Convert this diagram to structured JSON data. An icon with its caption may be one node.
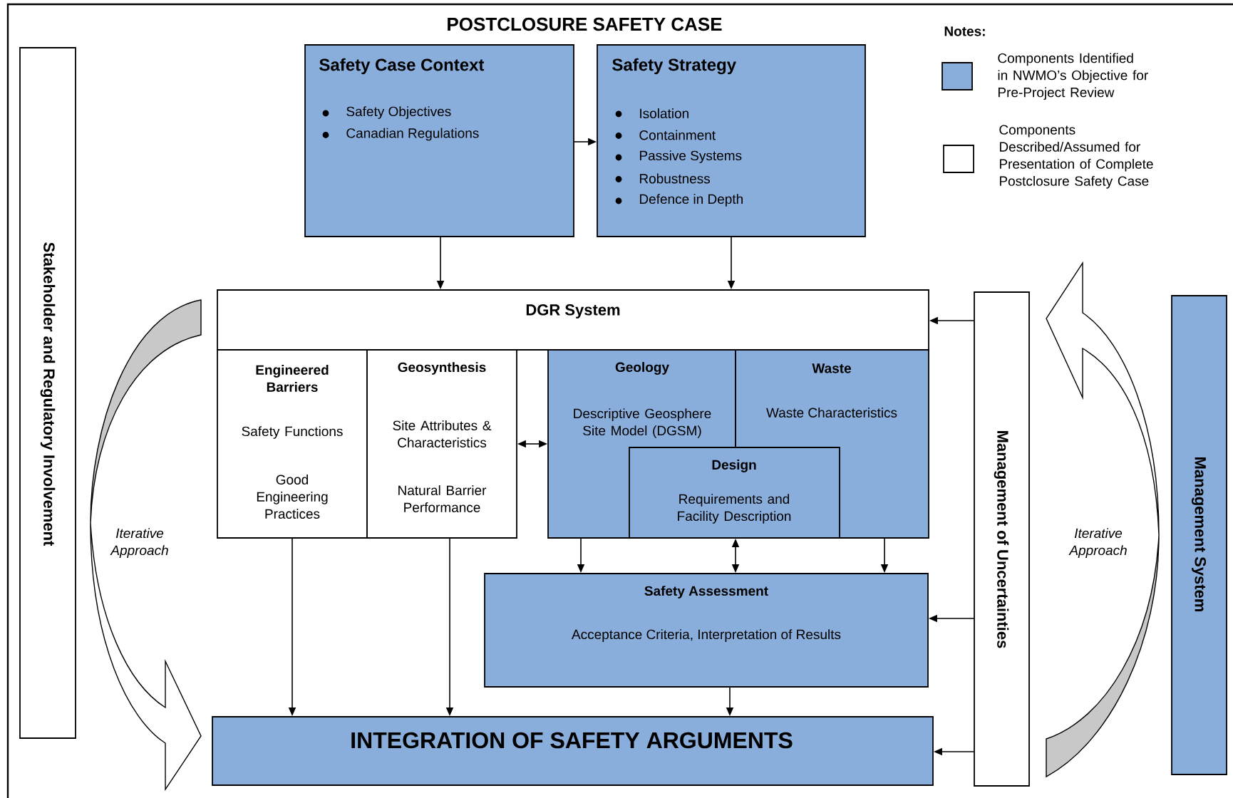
{
  "diagram": {
    "title": "POSTCLOSURE SAFETY CASE",
    "nodes": [
      {
        "text": [
          "Stakeholder and Regulatory Involvement"
        ]
      },
      {
        "text": [
          "Safety Case Context",
          "Safety Objectives",
          "Canadian Regulations"
        ]
      },
      {
        "text": [
          "Safety Strategy",
          "Isolation",
          "Containment",
          "Passive Systems",
          "Robustness",
          "Defence in Depth"
        ]
      },
      {
        "text": [
          "DGR System"
        ]
      },
      {
        "text": [
          "Engineered Barriers",
          "Safety Functions",
          "Good Engineering Practices"
        ]
      },
      {
        "text": [
          "Geosynthesis",
          "Site Attributes & Characteristics",
          "Natural Barrier Performance"
        ]
      },
      {
        "text": [
          "Geology",
          "Descriptive Geosphere Site Model (DGSM)"
        ]
      },
      {
        "text": [
          "Waste",
          "Waste Characteristics"
        ]
      },
      {
        "text": [
          "Design",
          "Requirements and Facility Description"
        ]
      },
      {
        "text": [
          "Safety Assessment",
          "Acceptance Criteria, Interpretation of Results"
        ]
      },
      {
        "text": [
          "INTEGRATION OF SAFETY ARGUMENTS"
        ]
      },
      {
        "text": [
          "Management of Uncertainties"
        ]
      },
      {
        "text": [
          "Management System"
        ]
      }
    ],
    "edges": [
      {
        "from": 1,
        "to": 2,
        "arrow": "to"
      },
      {
        "from": 1,
        "to": 3,
        "arrow": "to"
      },
      {
        "from": 2,
        "to": 3,
        "arrow": "to"
      },
      {
        "from": 5,
        "to": 6,
        "arrow": "both"
      },
      {
        "from": 6,
        "to": 9,
        "arrow": "to"
      },
      {
        "from": 8,
        "to": 9,
        "arrow": "both"
      },
      {
        "from": 7,
        "to": 9,
        "arrow": "to"
      },
      {
        "from": 4,
        "to": 10,
        "arrow": "to"
      },
      {
        "from": 5,
        "to": 10,
        "arrow": "to"
      },
      {
        "from": 9,
        "to": 10,
        "arrow": "to"
      },
      {
        "from": 11,
        "to": 3,
        "arrow": "to"
      },
      {
        "from": 11,
        "to": 9,
        "arrow": "to"
      },
      {
        "from": 11,
        "to": 10,
        "arrow": "to"
      }
    ],
    "labels": [
      "Notes:",
      "Iterative Approach",
      "Iterative Approach"
    ],
    "legend": [
      {
        "text": "Components Identified in NWMO’s Objective for Pre-Project Review",
        "color": "#8aaedb"
      },
      {
        "text": "Components Described/Assumed for Presentation of Complete Postclosure Safety Case"
      }
    ]
  }
}
